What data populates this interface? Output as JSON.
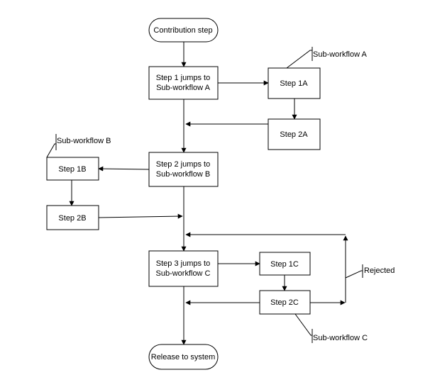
{
  "nodes": {
    "contribution_step": "Contribution step",
    "step1_line1": "Step 1 jumps to",
    "step1_line2": "Sub-workflow A",
    "step_1a": "Step 1A",
    "step_2a": "Step 2A",
    "step2_line1": "Step 2 jumps to",
    "step2_line2": "Sub-workflow B",
    "step_1b": "Step 1B",
    "step_2b": "Step 2B",
    "step3_line1": "Step 3 jumps to",
    "step3_line2": "Sub-workflow C",
    "step_1c": "Step 1C",
    "step_2c": "Step 2C",
    "release": "Release to system"
  },
  "callouts": {
    "sub_workflow_a": "Sub-workflow A",
    "sub_workflow_b": "Sub-workflow B",
    "sub_workflow_c": "Sub-workflow C",
    "rejected": "Rejected"
  }
}
